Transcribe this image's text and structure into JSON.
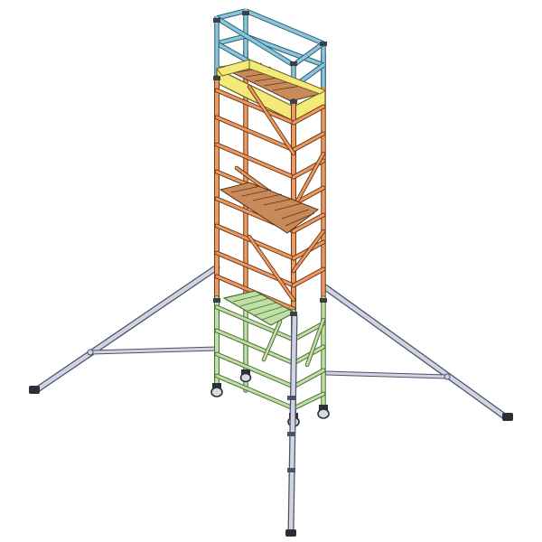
{
  "diagram": {
    "subject": "mobile-scaffold-tower",
    "components": {
      "guardrail_frame": {
        "color": "#8ac6dc",
        "edge": "#2f5d72"
      },
      "toe_board": {
        "color": "#f3ea7a",
        "edge": "#6b6223"
      },
      "upper_frames": {
        "color": "#ec9a62",
        "edge": "#6e3a17"
      },
      "base_frames": {
        "color": "#bfe0a4",
        "edge": "#4d6b37"
      },
      "platform_deck": {
        "color": "#c98a5a",
        "edge": "#5a3418"
      },
      "base_deck": {
        "color": "#bfe0a4",
        "edge": "#4d6b37"
      },
      "outriggers": {
        "color": "#cfd3e2",
        "edge": "#4d5266"
      },
      "castor_wheels": {
        "color": "#d7dae3",
        "edge": "#2d2f38"
      }
    },
    "counts": {
      "outriggers": 4,
      "castors": 4,
      "platforms": 3
    }
  }
}
